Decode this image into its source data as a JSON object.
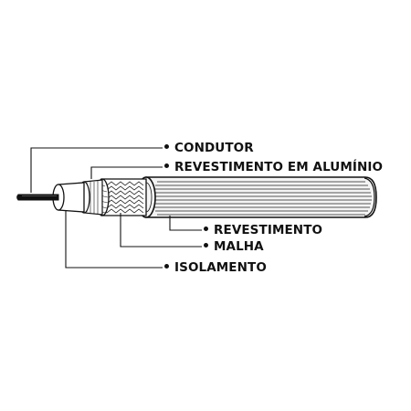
{
  "callouts": {
    "conductor": {
      "label": "CONDUTOR"
    },
    "aluminum_coating": {
      "label": "REVESTIMENTO EM ALUMÍNIO"
    },
    "jacket": {
      "label": "REVESTIMENTO"
    },
    "braid": {
      "label": "MALHA"
    },
    "insulation": {
      "label": "ISOLAMENTO"
    }
  },
  "colors": {
    "ink": "#111111",
    "jacket_fill": "#f4f4f4",
    "background": "#ffffff"
  }
}
